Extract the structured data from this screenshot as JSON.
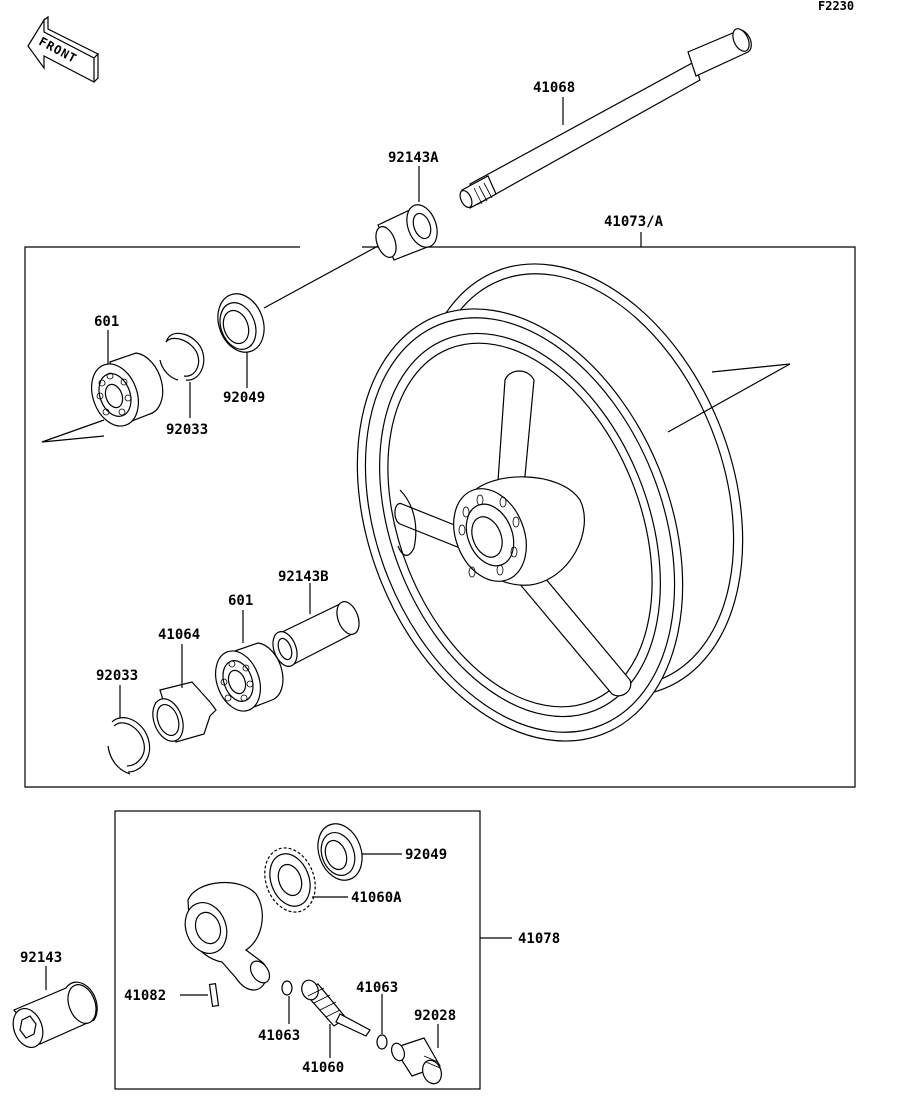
{
  "figure_code": "F2230",
  "front_label": "FRONT",
  "parts": {
    "p41068": "41068",
    "p92143A": "92143A",
    "p41073A": "41073/A",
    "p601_top": "601",
    "p92049_top": "92049",
    "p92033_top": "92033",
    "p92143B": "92143B",
    "p601_bottom": "601",
    "p41064": "41064",
    "p92033_bottom": "92033",
    "p92049_gear": "92049",
    "p41060A": "41060A",
    "p41078": "41078",
    "p92143": "92143",
    "p41082": "41082",
    "p41063_right": "41063",
    "p41063_left": "41063",
    "p92028": "92028",
    "p41060": "41060"
  }
}
